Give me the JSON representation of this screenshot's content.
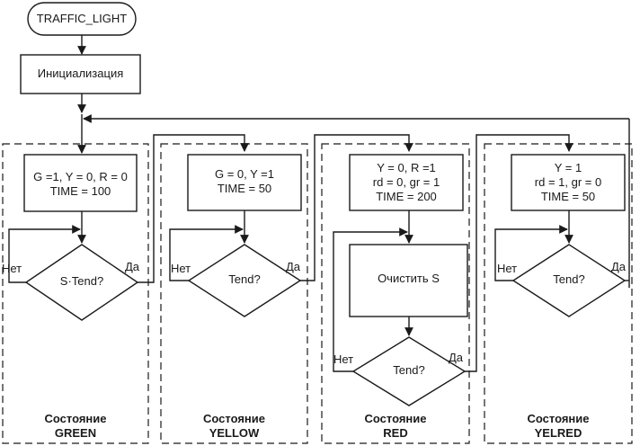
{
  "start": {
    "label": "TRAFFIC_LIGHT"
  },
  "init": {
    "label": "Инициализация"
  },
  "states": [
    {
      "action_lines": [
        "G =1, Y = 0, R = 0",
        "TIME = 100"
      ],
      "decision": "S·Tend?",
      "no_label": "Нет",
      "yes_label": "Да",
      "caption_line1": "Состояние",
      "caption_line2": "GREEN"
    },
    {
      "action_lines": [
        "G = 0, Y =1",
        "TIME = 50"
      ],
      "decision": "Tend?",
      "no_label": "Нет",
      "yes_label": "Да",
      "caption_line1": "Состояние",
      "caption_line2": "YELLOW"
    },
    {
      "action_lines": [
        "Y = 0, R =1",
        "rd = 0, gr = 1",
        "TIME = 200"
      ],
      "extra_action": "Очистить S",
      "decision": "Tend?",
      "no_label": "Нет",
      "yes_label": "Да",
      "caption_line1": "Состояние",
      "caption_line2": "RED"
    },
    {
      "action_lines": [
        "Y = 1",
        "rd = 1, gr = 0",
        "TIME = 50"
      ],
      "decision": "Tend?",
      "no_label": "Нет",
      "yes_label": "Да",
      "caption_line1": "Состояние",
      "caption_line2": "YELRED"
    }
  ]
}
